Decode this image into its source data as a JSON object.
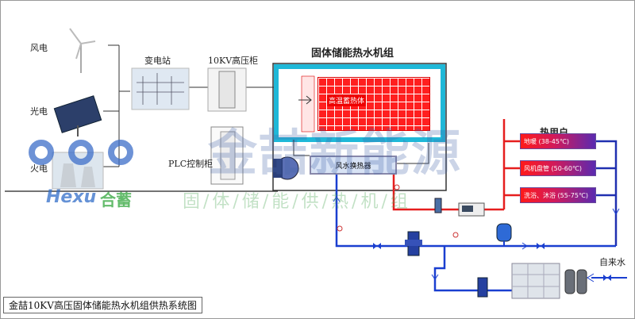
{
  "labels": {
    "wind": "风电",
    "solar": "光电",
    "thermal": "火电",
    "substation": "变电站",
    "hv_cabinet": "10KV高压柜",
    "plc_cabinet": "PLC控制柜",
    "unit_title": "固体储能热水机组",
    "heat_body": "高温蓄热体",
    "heat_exchanger": "风水换热器",
    "heat_users": "热用户",
    "tap_water": "自来水"
  },
  "users": [
    {
      "label": "地暖 (38-45℃)"
    },
    {
      "label": "风机盘管 (50-60℃)"
    },
    {
      "label": "洗浴、沐浴 (55-75℃)"
    }
  ],
  "watermark": {
    "brand_cn": "金喆新能源",
    "brand_sub": "固/体/储/能/供/热/机/组",
    "brand_en": "Hexu",
    "brand_en2": "合蓄"
  },
  "footer": {
    "title": "金喆10KV高压固体储能热水机组供热系统图"
  },
  "colors": {
    "hot_line": "#e61e1e",
    "cold_line": "#1a3fd0",
    "heat_body": "#ff1f1f",
    "housing_top": "#1fb8d8"
  }
}
